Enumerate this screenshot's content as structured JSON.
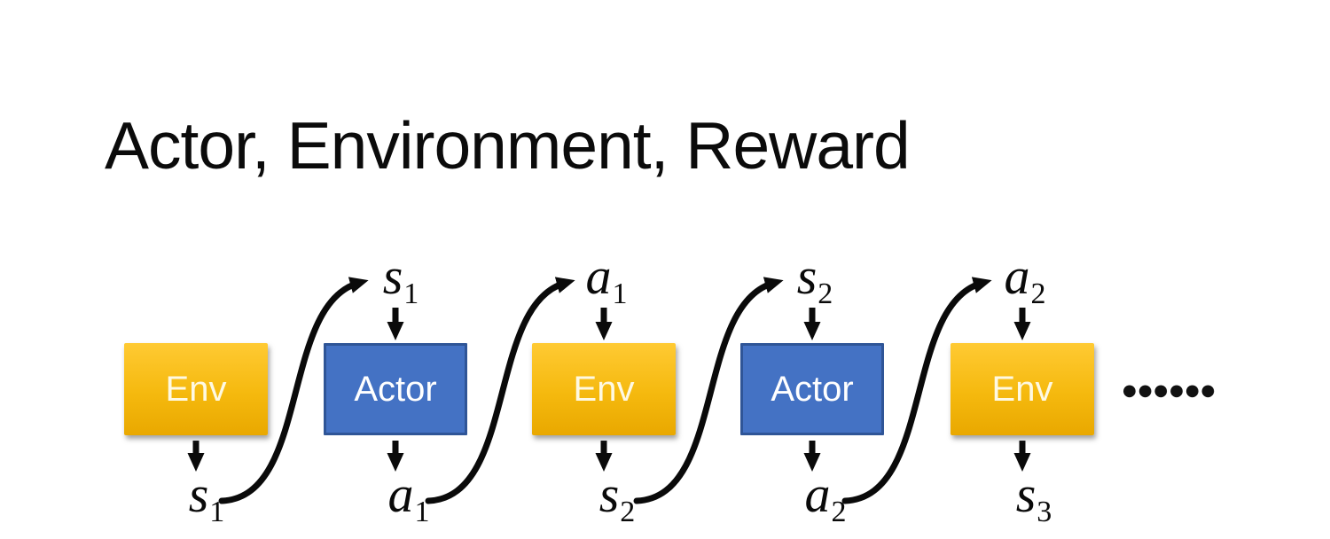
{
  "slide": {
    "title": "Actor, Environment, Reward",
    "continuation_dots": "●●●●●●"
  },
  "colors": {
    "background": "#FFFFFF",
    "title_text": "#0B0B0B",
    "env_gradient_top": "#FFCA33",
    "env_gradient_bottom": "#E9A800",
    "env_text": "#FEF9E3",
    "actor_fill": "#4472C4",
    "actor_border": "#2F5597",
    "actor_text": "#FFFFFF",
    "arrow": "#0A0A0A"
  },
  "diagram": {
    "boxes": [
      {
        "label": "Env"
      },
      {
        "label": "Actor"
      },
      {
        "label": "Env"
      },
      {
        "label": "Actor"
      },
      {
        "label": "Env"
      }
    ],
    "top_labels": [
      {
        "base": "s",
        "sub": "1"
      },
      {
        "base": "a",
        "sub": "1"
      },
      {
        "base": "s",
        "sub": "2"
      },
      {
        "base": "a",
        "sub": "2"
      }
    ],
    "bottom_labels": [
      {
        "base": "s",
        "sub": "1"
      },
      {
        "base": "a",
        "sub": "1"
      },
      {
        "base": "s",
        "sub": "2"
      },
      {
        "base": "a",
        "sub": "2"
      },
      {
        "base": "s",
        "sub": "3"
      }
    ]
  }
}
